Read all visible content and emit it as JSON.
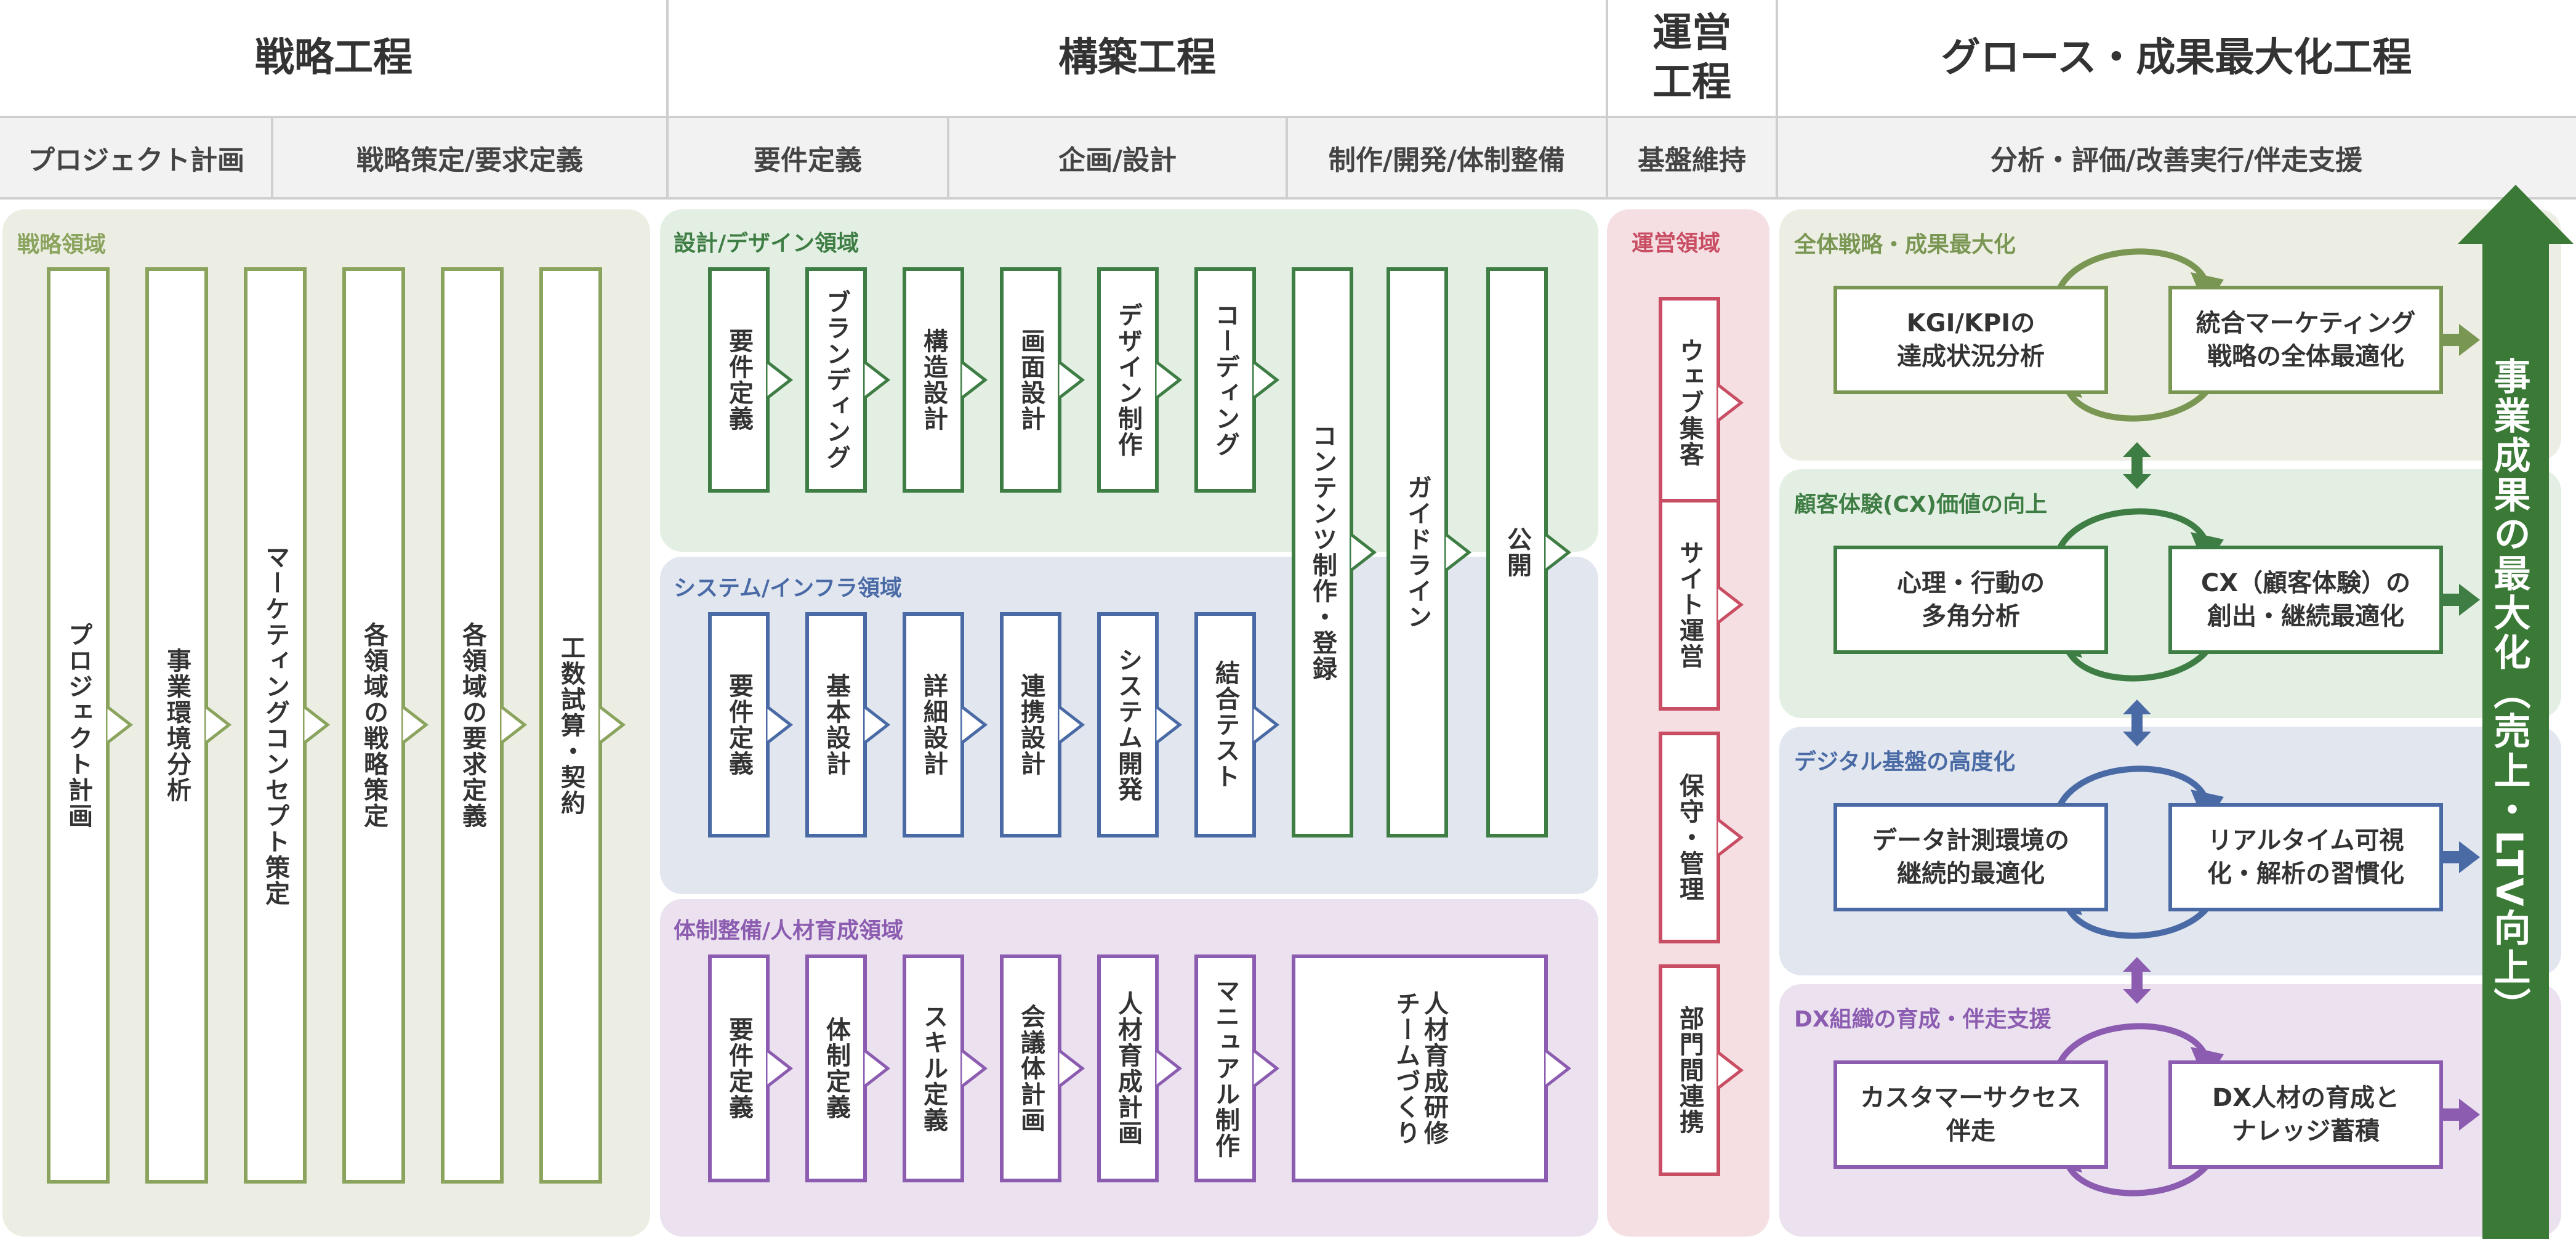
{
  "colors": {
    "strategy": "#8aa35d",
    "design": "#3e7d44",
    "system": "#4a6aa5",
    "org": "#8b5cb0",
    "ops": "#c94d63",
    "growth_green": "#7a9653",
    "growth_cx": "#3e7d44",
    "growth_dx": "#4a6aa5",
    "growth_org": "#8b5cb0",
    "big_arrow": "#3a7a36"
  },
  "headers": {
    "strategy": "戦略工程",
    "build": "構築工程",
    "ops": "運営\n工程",
    "growth": "グロース・成果最大化工程"
  },
  "subheaders": {
    "plan": "プロジェクト計画",
    "strategy": "戦略策定/要求定義",
    "req": "要件定義",
    "design": "企画/設計",
    "dev": "制作/開発/体制整備",
    "base": "基盤維持",
    "analysis": "分析・評価/改善実行/伴走支援"
  },
  "strategy_panel": {
    "title": "戦略領域",
    "items": [
      "プロジェクト計画",
      "事業環境分析",
      "マーケティングコンセプト策定",
      "各領域の戦略策定",
      "各領域の要求定義",
      "工数試算・契約"
    ]
  },
  "design_panel": {
    "title": "設計/デザイン領域",
    "items": [
      "要件定義",
      "ブランディング",
      "構造設計",
      "画面設計",
      "デザイン制作",
      "コーディング"
    ]
  },
  "system_panel": {
    "title": "システム/インフラ領域",
    "items": [
      "要件定義",
      "基本設計",
      "詳細設計",
      "連携設計",
      "システム開発",
      "結合テスト"
    ]
  },
  "org_panel": {
    "title": "体制整備/人材育成領域",
    "items": [
      "要件定義",
      "体制定義",
      "スキル定義",
      "会議体計画",
      "人材育成計画",
      "マニュアル制作"
    ],
    "final": "人材育成研修\nチームづくり"
  },
  "merged": [
    "コンテンツ制作・登録",
    "ガイドライン",
    "公開"
  ],
  "ops_panel": {
    "title": "運営領域",
    "items": [
      "ウェブ集客",
      "サイト運営",
      "保守・管理",
      "部門間連携"
    ]
  },
  "growth": {
    "sections": [
      {
        "title": "全体戦略・成果最大化",
        "left": "KGI/KPIの\n達成状況分析",
        "right": "統合マーケティング\n戦略の全体最適化"
      },
      {
        "title": "顧客体験(CX)価値の向上",
        "left": "心理・行動の\n多角分析",
        "right": "CX（顧客体験）の\n創出・継続最適化"
      },
      {
        "title": "デジタル基盤の高度化",
        "left": "データ計測環境の\n継続的最適化",
        "right": "リアルタイム可視\n化・解析の習慣化"
      },
      {
        "title": "DX組織の育成・伴走支援",
        "left": "カスタマーサクセス\n伴走",
        "right": "DX人材の育成と\nナレッジ蓄積"
      }
    ],
    "big_arrow": "事業成果の最大化（売上・LTV向上）"
  }
}
